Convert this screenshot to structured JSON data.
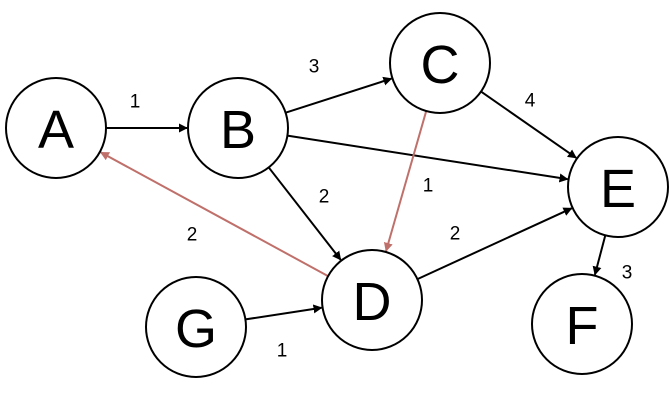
{
  "colors": {
    "default_edge": "#000000",
    "highlight_edge": "#c0706a"
  },
  "nodes": [
    {
      "id": "A",
      "label": "A"
    },
    {
      "id": "B",
      "label": "B"
    },
    {
      "id": "C",
      "label": "C"
    },
    {
      "id": "D",
      "label": "D"
    },
    {
      "id": "E",
      "label": "E"
    },
    {
      "id": "F",
      "label": "F"
    },
    {
      "id": "G",
      "label": "G"
    }
  ],
  "edges": [
    {
      "from": "A",
      "to": "B",
      "weight": "1",
      "highlight": false
    },
    {
      "from": "B",
      "to": "C",
      "weight": "3",
      "highlight": false
    },
    {
      "from": "C",
      "to": "E",
      "weight": "4",
      "highlight": false
    },
    {
      "from": "B",
      "to": "E",
      "weight": "",
      "highlight": false
    },
    {
      "from": "B",
      "to": "D",
      "weight": "2",
      "highlight": false
    },
    {
      "from": "C",
      "to": "D",
      "weight": "1",
      "highlight": true
    },
    {
      "from": "D",
      "to": "A",
      "weight": "2",
      "highlight": true
    },
    {
      "from": "D",
      "to": "E",
      "weight": "2",
      "highlight": false
    },
    {
      "from": "G",
      "to": "D",
      "weight": "1",
      "highlight": false
    },
    {
      "from": "E",
      "to": "F",
      "weight": "3",
      "highlight": false
    }
  ]
}
